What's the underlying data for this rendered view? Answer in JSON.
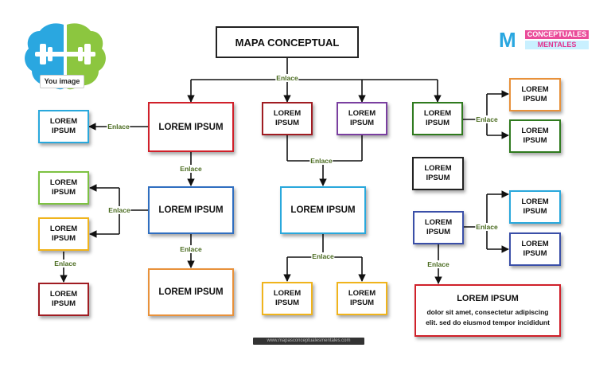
{
  "title": "MAPA CONCEPTUAL",
  "link_label": "Enlace",
  "box_label": "LOREM IPSUM",
  "image_label": "You image",
  "brand": {
    "top": "CONCEPTUALES",
    "bottom": "MENTALES",
    "letter": "M"
  },
  "description": {
    "title": "LOREM IPSUM",
    "text": "dolor sit amet, consectetur adipiscing elit. sed do eiusmod tempor incididunt"
  },
  "footer_url": "www.mapasconceptualesmentales.com",
  "colors": {
    "red": "#d0202a",
    "blue": "#2f6ec0",
    "orange": "#e8913a",
    "darkred": "#a01c22",
    "purple": "#7a3fa0",
    "green": "#2f7a1e",
    "lightgreen": "#7dc242",
    "yellow": "#f0b41c",
    "cyan": "#29a8dc",
    "navy": "#3a4fa8",
    "black": "#222222",
    "enlace": "#4a6b1f"
  },
  "icons": [
    "brain-icon",
    "dumbbell-icon",
    "arrow-icon"
  ]
}
